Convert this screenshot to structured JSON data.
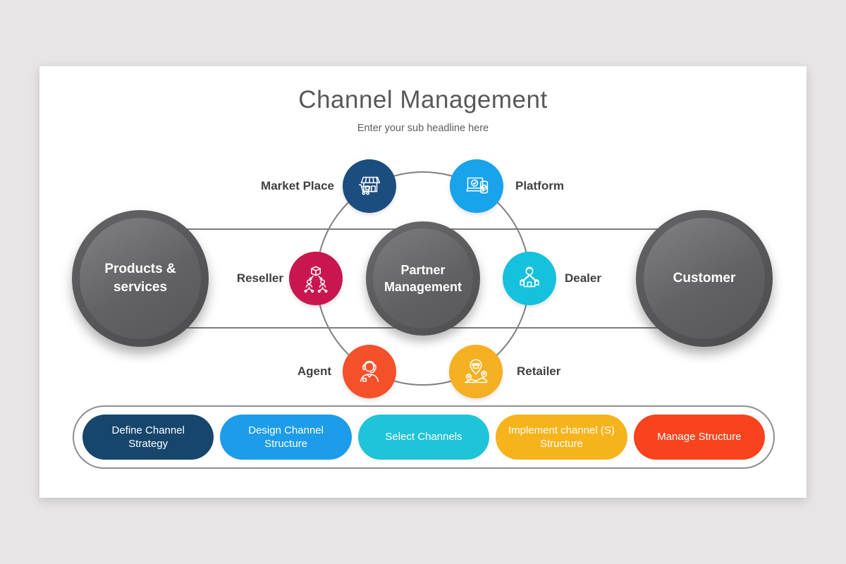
{
  "slide": {
    "title": "Channel Management",
    "subtitle": "Enter your sub headline here"
  },
  "diagram": {
    "center_node": {
      "label": "Partner Management"
    },
    "left_node": {
      "label": "Products & services"
    },
    "right_node": {
      "label": "Customer"
    },
    "satellites": [
      {
        "id": "market-place",
        "label": "Market Place",
        "color": "#1b4e7e",
        "icon": "storefront-cart-icon"
      },
      {
        "id": "platform",
        "label": "Platform",
        "color": "#18a3ea",
        "icon": "laptop-phone-check-icon"
      },
      {
        "id": "reseller",
        "label": "Reseller",
        "color": "#c9164f",
        "icon": "box-distribution-icon"
      },
      {
        "id": "dealer",
        "label": "Dealer",
        "color": "#15c1dc",
        "icon": "dealer-house-bags-icon"
      },
      {
        "id": "agent",
        "label": "Agent",
        "color": "#f4512b",
        "icon": "support-headset-icon"
      },
      {
        "id": "retailer",
        "label": "Retailer",
        "color": "#f5b021",
        "icon": "store-map-pin-icon"
      }
    ]
  },
  "process_steps": [
    {
      "label": "Define Channel Strategy",
      "color": "#17466d"
    },
    {
      "label": "Design Channel Structure",
      "color": "#1d9ce9"
    },
    {
      "label": "Select Channels",
      "color": "#20c4d9"
    },
    {
      "label": "Implement channel (S) Structure",
      "color": "#f6b31c"
    },
    {
      "label": "Manage Structure",
      "color": "#f8431d"
    }
  ],
  "style": {
    "background": "#e7e5e6",
    "slide_bg": "#ffffff",
    "node_gray": "#565658",
    "line_gray": "#7c7c7e"
  }
}
